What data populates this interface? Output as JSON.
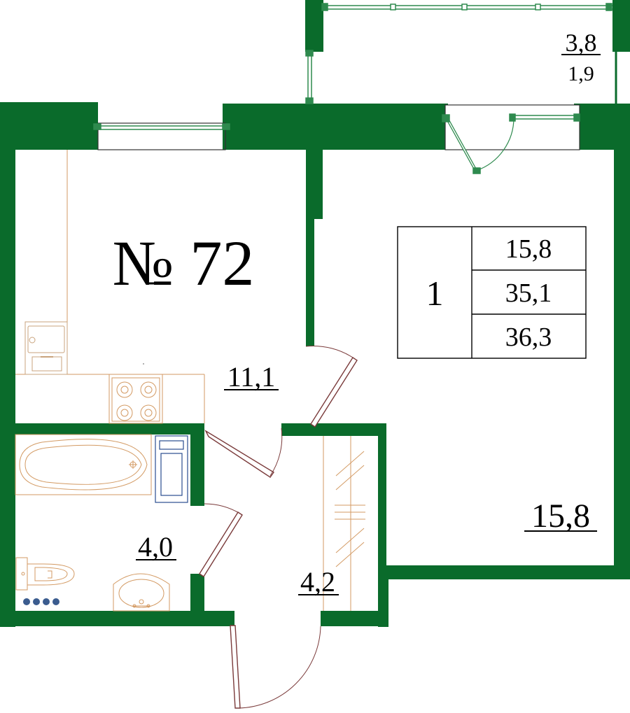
{
  "apartment": {
    "number_label": "№ 72"
  },
  "rooms": {
    "kitchen_area": "11,1",
    "living_area": "15,8",
    "bathroom_area": "4,0",
    "hall_area": "4,2",
    "balcony_area": "3,8",
    "balcony_area_reduced": "1,9"
  },
  "summary_table": {
    "rooms_count": "1",
    "living_area": "15,8",
    "total_area": "35,1",
    "total_area_with_balcony": "36,3"
  },
  "colors": {
    "wall": "#0a6b2b",
    "furniture": "#d39a63",
    "door": "#7a3a3a",
    "window_frame": "#2e8a4e",
    "washer": "#2a4e8f",
    "radiator_dots": "#3b5c8f"
  },
  "icons": {
    "stove": "stove-icon",
    "kitchen_sink": "kitchen-sink-icon",
    "bathtub": "bathtub-icon",
    "washing_machine": "washing-machine-icon",
    "toilet": "toilet-icon",
    "washbasin": "washbasin-icon"
  }
}
